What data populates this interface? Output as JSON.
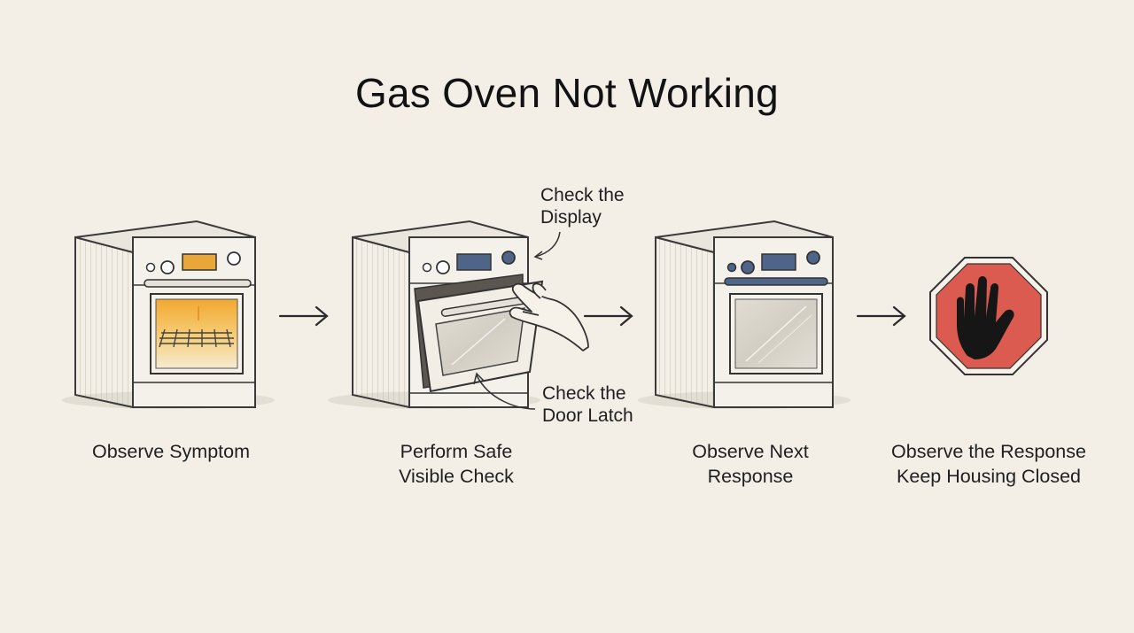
{
  "title": "Gas Oven Not Working",
  "steps": [
    {
      "label_lines": [
        "Observe Symptom"
      ]
    },
    {
      "label_lines": [
        "Perform Safe",
        "Visible Check"
      ]
    },
    {
      "label_lines": [
        "Observe Next",
        "Response"
      ]
    },
    {
      "label_lines": [
        "Observe the Response",
        "Keep Housing Closed"
      ]
    }
  ],
  "callouts": {
    "display": [
      "Check the",
      "Display"
    ],
    "door_latch": [
      "Check the",
      "Door Latch"
    ]
  },
  "icons": {
    "oven": "oven-icon",
    "hand": "hand-icon",
    "stop": "stop-hand-icon",
    "arrow": "arrow-right-icon"
  },
  "colors": {
    "background": "#f3efe7",
    "heat_glow": "#f2a830",
    "display_amber": "#e9a73a",
    "display_blue": "#4e6488",
    "stop_red": "#dc5b50"
  }
}
